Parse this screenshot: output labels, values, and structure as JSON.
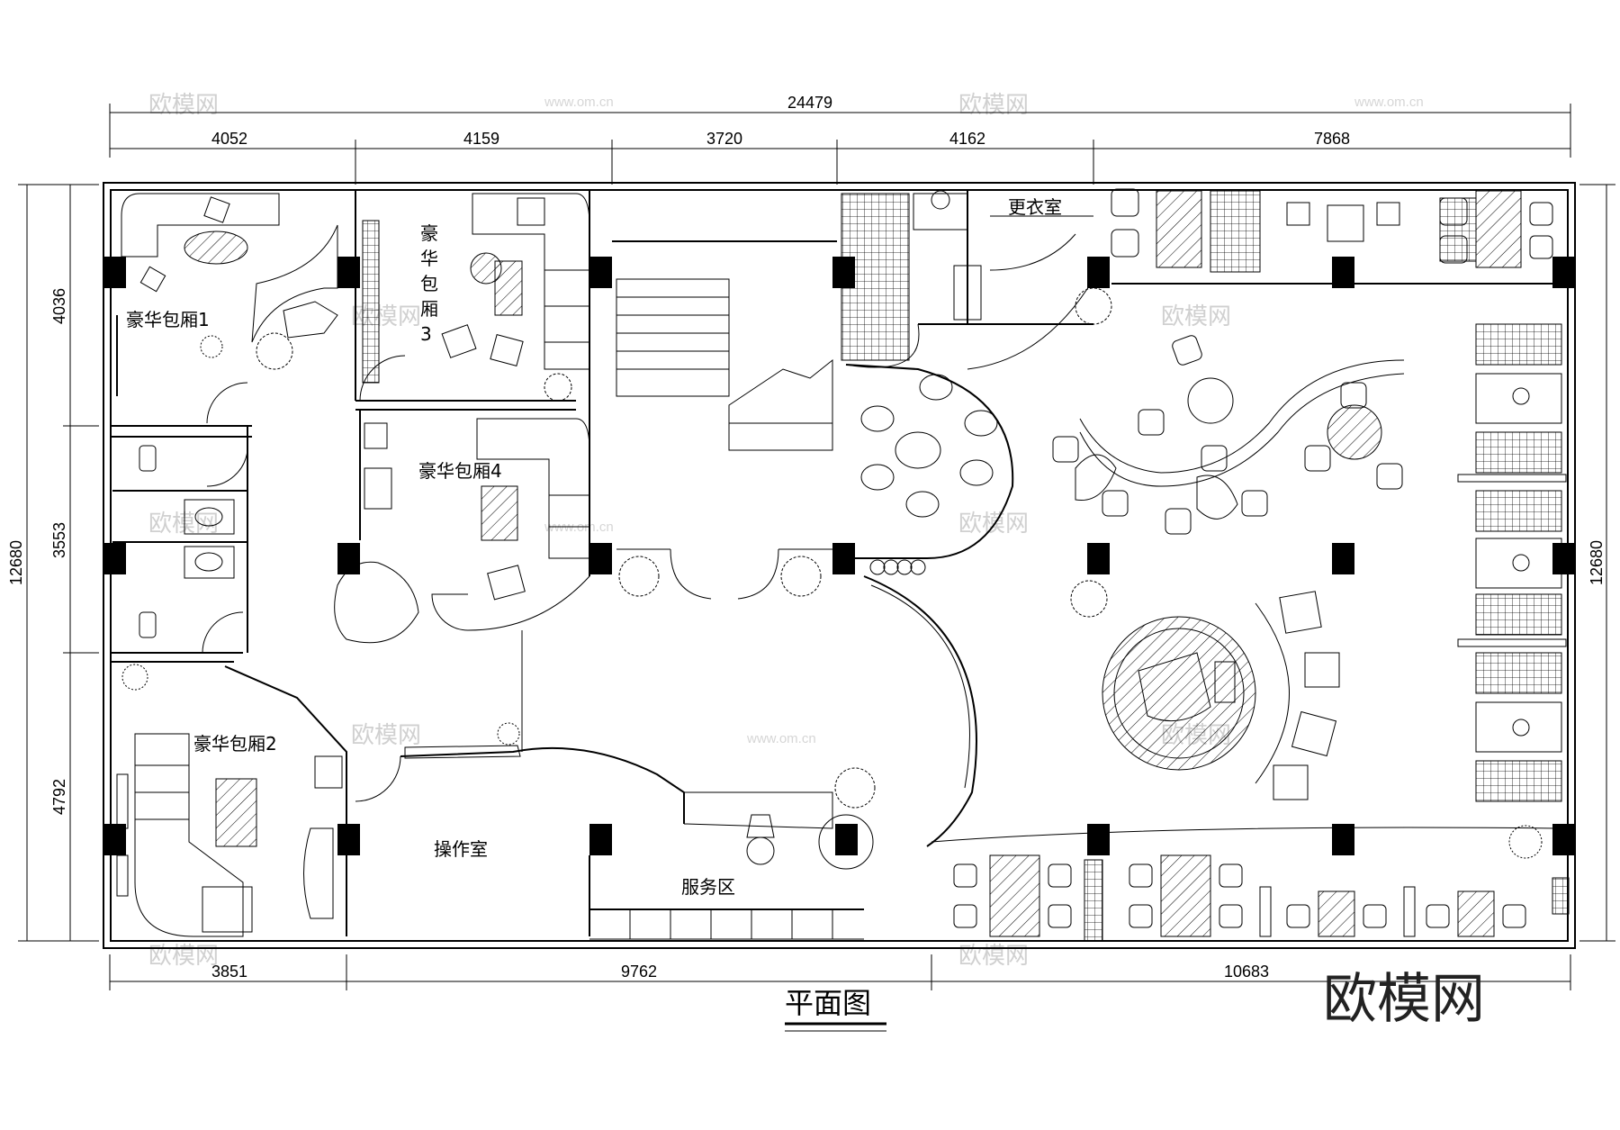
{
  "title": "平面图",
  "logo_text": "欧模网",
  "watermarks": {
    "brand": "欧模网",
    "url": "www.om.cn"
  },
  "dimensions": {
    "overall_top": "24479",
    "top": [
      "4052",
      "4159",
      "3720",
      "4162",
      "7868"
    ],
    "bottom": [
      "3851",
      "9762",
      "10683"
    ],
    "left_total": "12680",
    "left": [
      "4036",
      "3553",
      "4792"
    ],
    "right_total": "12680"
  },
  "rooms": {
    "suite1": "豪华包厢1",
    "suite2": "豪华包厢2",
    "suite3_line1": "豪",
    "suite3_line2": "华",
    "suite3_line3": "包",
    "suite3_line4": "厢",
    "suite3_line5": "3",
    "suite4": "豪华包厢4",
    "changing_room": "更衣室",
    "operation_room": "操作室",
    "service_area": "服务区"
  },
  "colors": {
    "line": "#000000",
    "watermark": "#d0d0d0",
    "logo": "#222222"
  }
}
